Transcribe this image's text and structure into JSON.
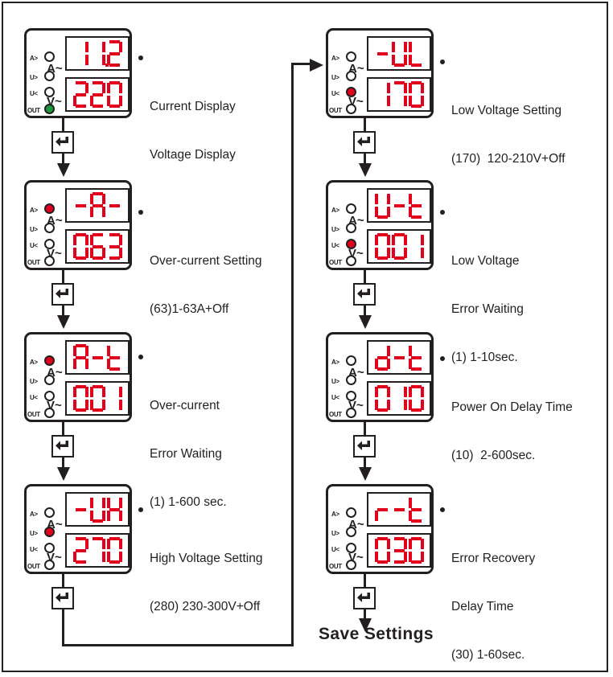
{
  "diagram": {
    "title_text": "Save Settings",
    "accent_red": "#e3001b",
    "line_color": "#231f20",
    "led_labels": [
      "A>",
      "U>",
      "U<",
      "OUT"
    ],
    "unit_labels": {
      "current": "A~",
      "voltage": "V~"
    },
    "enter_icon": "enter-return-icon"
  },
  "steps": [
    {
      "id": "current-voltage-display",
      "column": "left",
      "top_display": "11.2",
      "bottom_display": "220",
      "leds": {
        "A>": "off",
        "U>": "off",
        "U<": "off",
        "OUT": "on-green"
      },
      "note_lines": [
        "Current Display",
        "Voltage Display"
      ]
    },
    {
      "id": "over-current-setting",
      "column": "left",
      "top_display": "-A-",
      "bottom_display": "063",
      "leds": {
        "A>": "on-red",
        "U>": "off",
        "U<": "off",
        "OUT": "off"
      },
      "note_lines": [
        "Over-current Setting",
        "(63)1-63A+Off"
      ]
    },
    {
      "id": "over-current-error-waiting",
      "column": "left",
      "top_display": "A-t",
      "bottom_display": "001",
      "leds": {
        "A>": "on-red",
        "U>": "off",
        "U<": "off",
        "OUT": "off"
      },
      "note_lines": [
        "Over-current",
        "Error Waiting",
        "(1) 1-600 sec."
      ]
    },
    {
      "id": "high-voltage-setting",
      "column": "left",
      "top_display": "-UH",
      "bottom_display": "270",
      "leds": {
        "A>": "off",
        "U>": "on-red",
        "U<": "off",
        "OUT": "off"
      },
      "note_lines": [
        "High Voltage Setting",
        "(280) 230-300V+Off"
      ]
    },
    {
      "id": "low-voltage-setting",
      "column": "right",
      "top_display": "-UL",
      "bottom_display": "170",
      "leds": {
        "A>": "off",
        "U>": "off",
        "U<": "on-red",
        "OUT": "off"
      },
      "note_lines": [
        "Low Voltage Setting",
        "(170)  120-210V+Off"
      ]
    },
    {
      "id": "low-voltage-error-waiting",
      "column": "right",
      "top_display": "U-t",
      "bottom_display": "001",
      "leds": {
        "A>": "off",
        "U>": "off",
        "U<": "on-red",
        "OUT": "off"
      },
      "note_lines": [
        "Low Voltage",
        "Error Waiting",
        "(1) 1-10sec."
      ]
    },
    {
      "id": "power-on-delay-time",
      "column": "right",
      "top_display": "d-t",
      "bottom_display": "010",
      "leds": {
        "A>": "off",
        "U>": "off",
        "U<": "off",
        "OUT": "off"
      },
      "note_lines": [
        "Power On Delay Time",
        "(10)  2-600sec."
      ]
    },
    {
      "id": "error-recovery-delay-time",
      "column": "right",
      "top_display": "r-t",
      "bottom_display": "030",
      "leds": {
        "A>": "off",
        "U>": "off",
        "U<": "off",
        "OUT": "off"
      },
      "note_lines": [
        "Error Recovery",
        "Delay Time",
        "(30) 1-60sec."
      ]
    }
  ]
}
